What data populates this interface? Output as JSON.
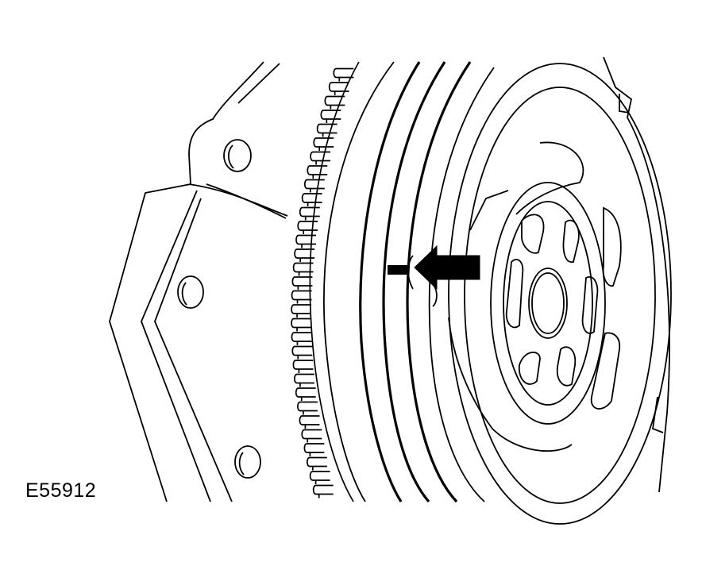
{
  "figure": {
    "id_label": "E55912",
    "subject": "flywheel-and-starter-ring-gear",
    "pointer": "arrow-pointing-left",
    "colors": {
      "line": "#000000",
      "background": "#ffffff"
    }
  }
}
